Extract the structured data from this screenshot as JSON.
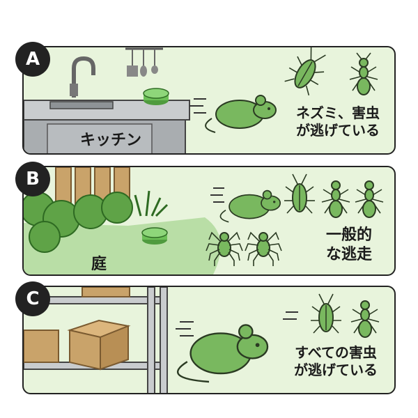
{
  "panels": [
    {
      "badge": "A",
      "place_label": "キッチン",
      "caption_line1": "ネズミ、害虫",
      "caption_line2": "が逃げている"
    },
    {
      "badge": "B",
      "place_label": "庭",
      "caption_line1": "一般的",
      "caption_line2": "な逃走"
    },
    {
      "badge": "C",
      "caption_line1": "すべての害虫",
      "caption_line2": "が逃げている"
    }
  ],
  "colors": {
    "panel_bg": "#e8f4dc",
    "creature": "#79b85f",
    "creature_outline": "#2a3a22",
    "badge": "#222222"
  }
}
